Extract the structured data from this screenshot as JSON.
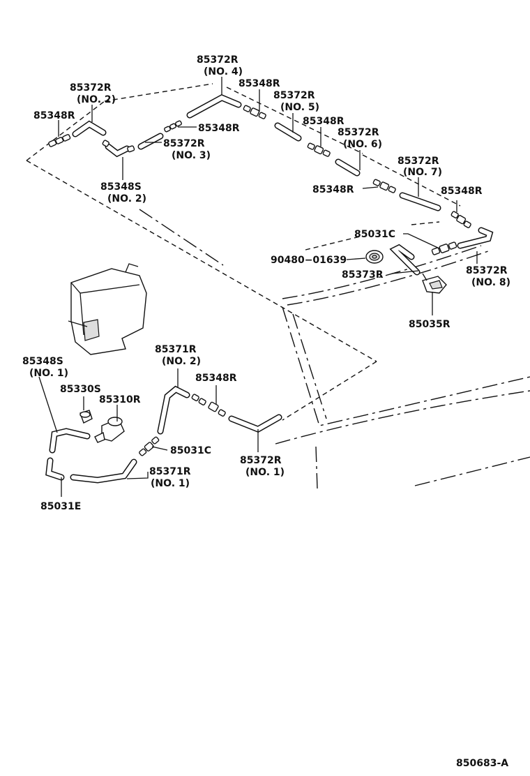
{
  "diagram_code": "850683-A",
  "labels": {
    "p85372R_no4": "85372R",
    "p85372R_no4_sub": "(NO. 4)",
    "p85372R_no2": "85372R",
    "p85372R_no2_sub": "(NO. 2)",
    "p85348R_a": "85348R",
    "p85348R_b": "85348R",
    "p85372R_no5": "85372R",
    "p85372R_no5_sub": "(NO. 5)",
    "p85348R_c": "85348R",
    "p85372R_no3": "85372R",
    "p85372R_no3_sub": "(NO. 3)",
    "p85372R_no6": "85372R",
    "p85372R_no6_sub": "(NO. 6)",
    "p85348S_no2": "85348S",
    "p85348S_no2_sub": "(NO. 2)",
    "p85372R_no7": "85372R",
    "p85372R_no7_sub": "(NO. 7)",
    "p85348R_d": "85348R",
    "p85348R_e": "85348R",
    "p85348R_f": "85348R",
    "p85031C_a": "85031C",
    "p90480": "90480−01639",
    "p85373R": "85373R",
    "p85372R_no8": "85372R",
    "p85372R_no8_sub": "(NO. 8)",
    "p85035R": "85035R",
    "p85348S_no1": "85348S",
    "p85348S_no1_sub": "(NO. 1)",
    "p85371R_no2": "85371R",
    "p85371R_no2_sub": "(NO. 2)",
    "p85330S": "85330S",
    "p85310R": "85310R",
    "p85348R_g": "85348R",
    "p85031C_b": "85031C",
    "p85372R_no1": "85372R",
    "p85372R_no1_sub": "(NO. 1)",
    "p85371R_no1": "85371R",
    "p85371R_no1_sub": "(NO. 1)",
    "p85031E": "85031E"
  }
}
